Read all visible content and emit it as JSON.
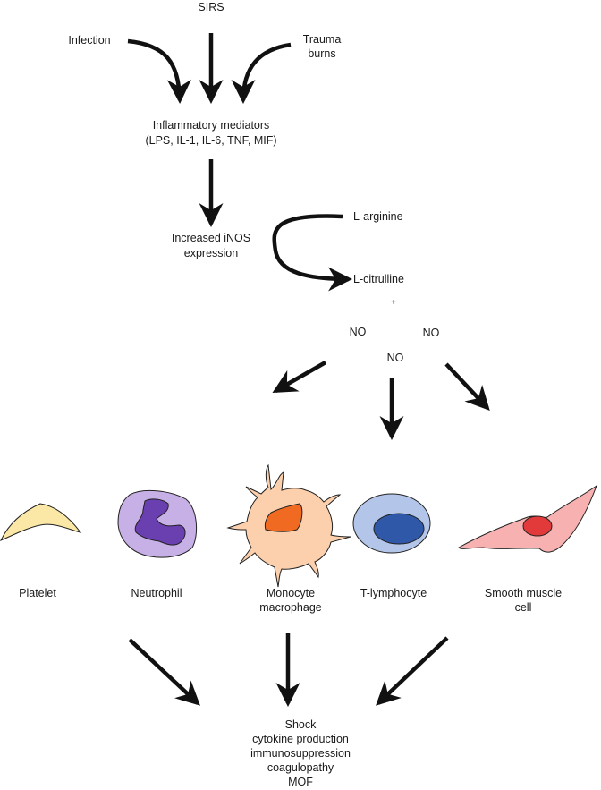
{
  "top": {
    "sirs": "SIRS",
    "infection": "Infection",
    "trauma": [
      "Trauma",
      "burns"
    ]
  },
  "mediators": [
    "Inflammatory mediators",
    "(LPS, IL-1, IL-6, TNF, MIF)"
  ],
  "inos": [
    "Increased iNOS",
    "expression"
  ],
  "reaction": {
    "substrate": "L-arginine",
    "product": "L-citrulline",
    "plus": "+",
    "no_labels": [
      "NO",
      "NO",
      "NO"
    ]
  },
  "cells": [
    {
      "name": "Platelet",
      "label": [
        "Platelet"
      ],
      "colors": {
        "body": "#fbe8a6"
      }
    },
    {
      "name": "Neutrophil",
      "label": [
        "Neutrophil"
      ],
      "colors": {
        "body": "#c7b0e6",
        "nucleus": "#6a3fb0"
      }
    },
    {
      "name": "Monocyte macrophage",
      "label": [
        "Monocyte",
        "macrophage"
      ],
      "colors": {
        "body": "#fcd0ad",
        "nucleus": "#f06a22"
      }
    },
    {
      "name": "T-lymphocyte",
      "label": [
        "T-lymphocyte"
      ],
      "colors": {
        "body": "#b3c6ea",
        "nucleus": "#2f58a8"
      }
    },
    {
      "name": "Smooth muscle cell",
      "label": [
        "Smooth muscle",
        "cell"
      ],
      "colors": {
        "body": "#f8b1b1",
        "nucleus": "#e23a3a"
      }
    }
  ],
  "outcomes": [
    "Shock",
    "cytokine production",
    "immunosuppression",
    "coagulopathy",
    "MOF"
  ]
}
